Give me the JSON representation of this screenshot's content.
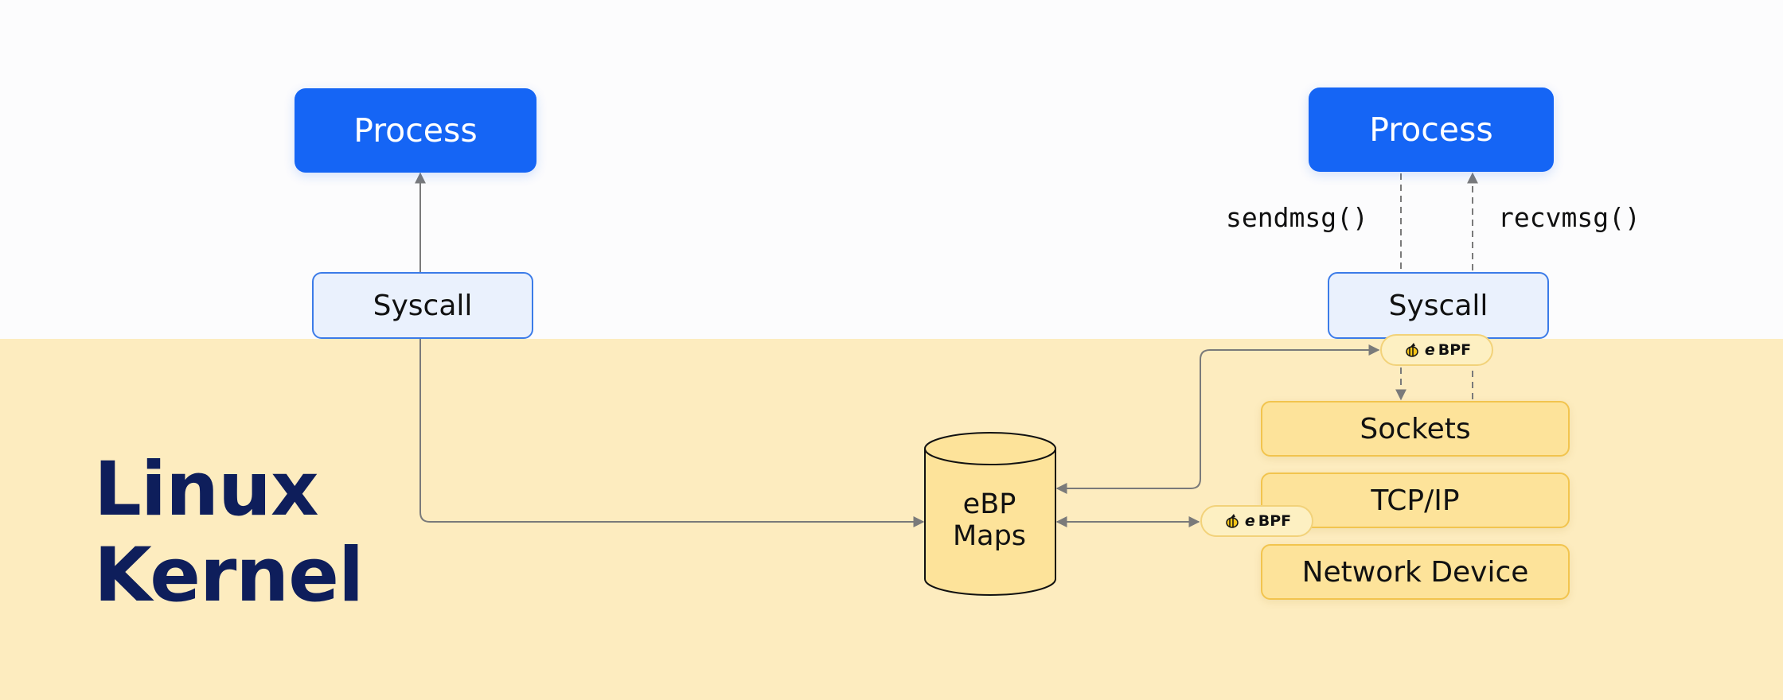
{
  "diagram": {
    "kernel_label_line1": "Linux",
    "kernel_label_line2": "Kernel",
    "left_process": "Process",
    "left_syscall": "Syscall",
    "right_process": "Process",
    "right_syscall": "Syscall",
    "send_fn": "sendmsg()",
    "recv_fn": "recvmsg()",
    "maps_line1": "eBP",
    "maps_line2": "Maps",
    "stack": [
      "Sockets",
      "TCP/IP",
      "Network Device"
    ],
    "ebpf_badge_prefix": "e",
    "ebpf_badge_suffix": "BPF",
    "colors": {
      "process": "#1565f5",
      "syscall_fill": "#eaf1fd",
      "syscall_border": "#3b7be8",
      "kernel_bg": "#fdecbf",
      "stack_fill": "#fde39a",
      "kernel_text": "#0e1e5b",
      "arrow": "#7a7a7a"
    }
  }
}
